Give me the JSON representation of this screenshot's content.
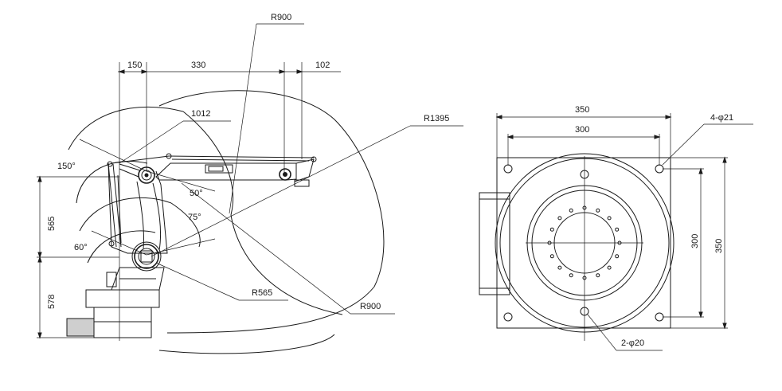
{
  "side_view": {
    "dim_top": [
      "150",
      "330",
      "102"
    ],
    "radius_top": "R900",
    "radius_inner": "1012",
    "radius_reach": "R1395",
    "angles": [
      "150°",
      "50°",
      "75°",
      "60°"
    ],
    "dim_vertical": [
      "565",
      "578"
    ],
    "radius_base": "R565",
    "radius_bottom": "R900"
  },
  "base_view": {
    "width_outer": "350",
    "width_inner": "300",
    "height_inner": "300",
    "height_outer": "350",
    "holes_corner": "4-φ21",
    "holes_pin": "2-φ20"
  }
}
